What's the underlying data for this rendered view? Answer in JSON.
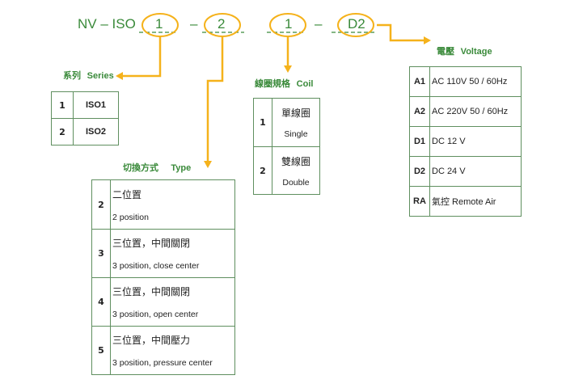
{
  "code": {
    "prefix": "NV – ISO",
    "dash1": "–",
    "dash2": "–",
    "slots": [
      "1",
      "2",
      "1",
      "D2"
    ]
  },
  "series": {
    "title": "系列",
    "title_en": "Series",
    "rows": [
      {
        "key": "1",
        "value": "ISO1"
      },
      {
        "key": "2",
        "value": "ISO2"
      }
    ]
  },
  "type": {
    "title": "切換方式",
    "title_en": "Type",
    "rows": [
      {
        "key": "2",
        "zh": "二位置",
        "en": "2 position"
      },
      {
        "key": "3",
        "zh": "三位置，中間關閉",
        "en": "3 position, close center"
      },
      {
        "key": "4",
        "zh": "三位置，中間關閉",
        "en": "3 position, open center"
      },
      {
        "key": "5",
        "zh": "三位置，中間壓力",
        "en": "3 position, pressure center"
      }
    ]
  },
  "coil": {
    "title": "線圈規格",
    "title_en": "Coil",
    "rows": [
      {
        "key": "1",
        "zh": "單線圈",
        "en": "Single"
      },
      {
        "key": "2",
        "zh": "雙線圈",
        "en": "Double"
      }
    ]
  },
  "voltage": {
    "title": "電壓",
    "title_en": "Voltage",
    "rows": [
      {
        "key": "A1",
        "value": "AC 110V 50 / 60Hz"
      },
      {
        "key": "A2",
        "value": "AC 220V 50 / 60Hz"
      },
      {
        "key": "D1",
        "value": "DC 12 V"
      },
      {
        "key": "D2",
        "value": "DC 24 V"
      },
      {
        "key": "RA",
        "value": "氣控  Remote Air"
      }
    ]
  },
  "colors": {
    "green": "#3a8a3a",
    "orange": "#f5b21b",
    "border": "#5f8f5f"
  }
}
